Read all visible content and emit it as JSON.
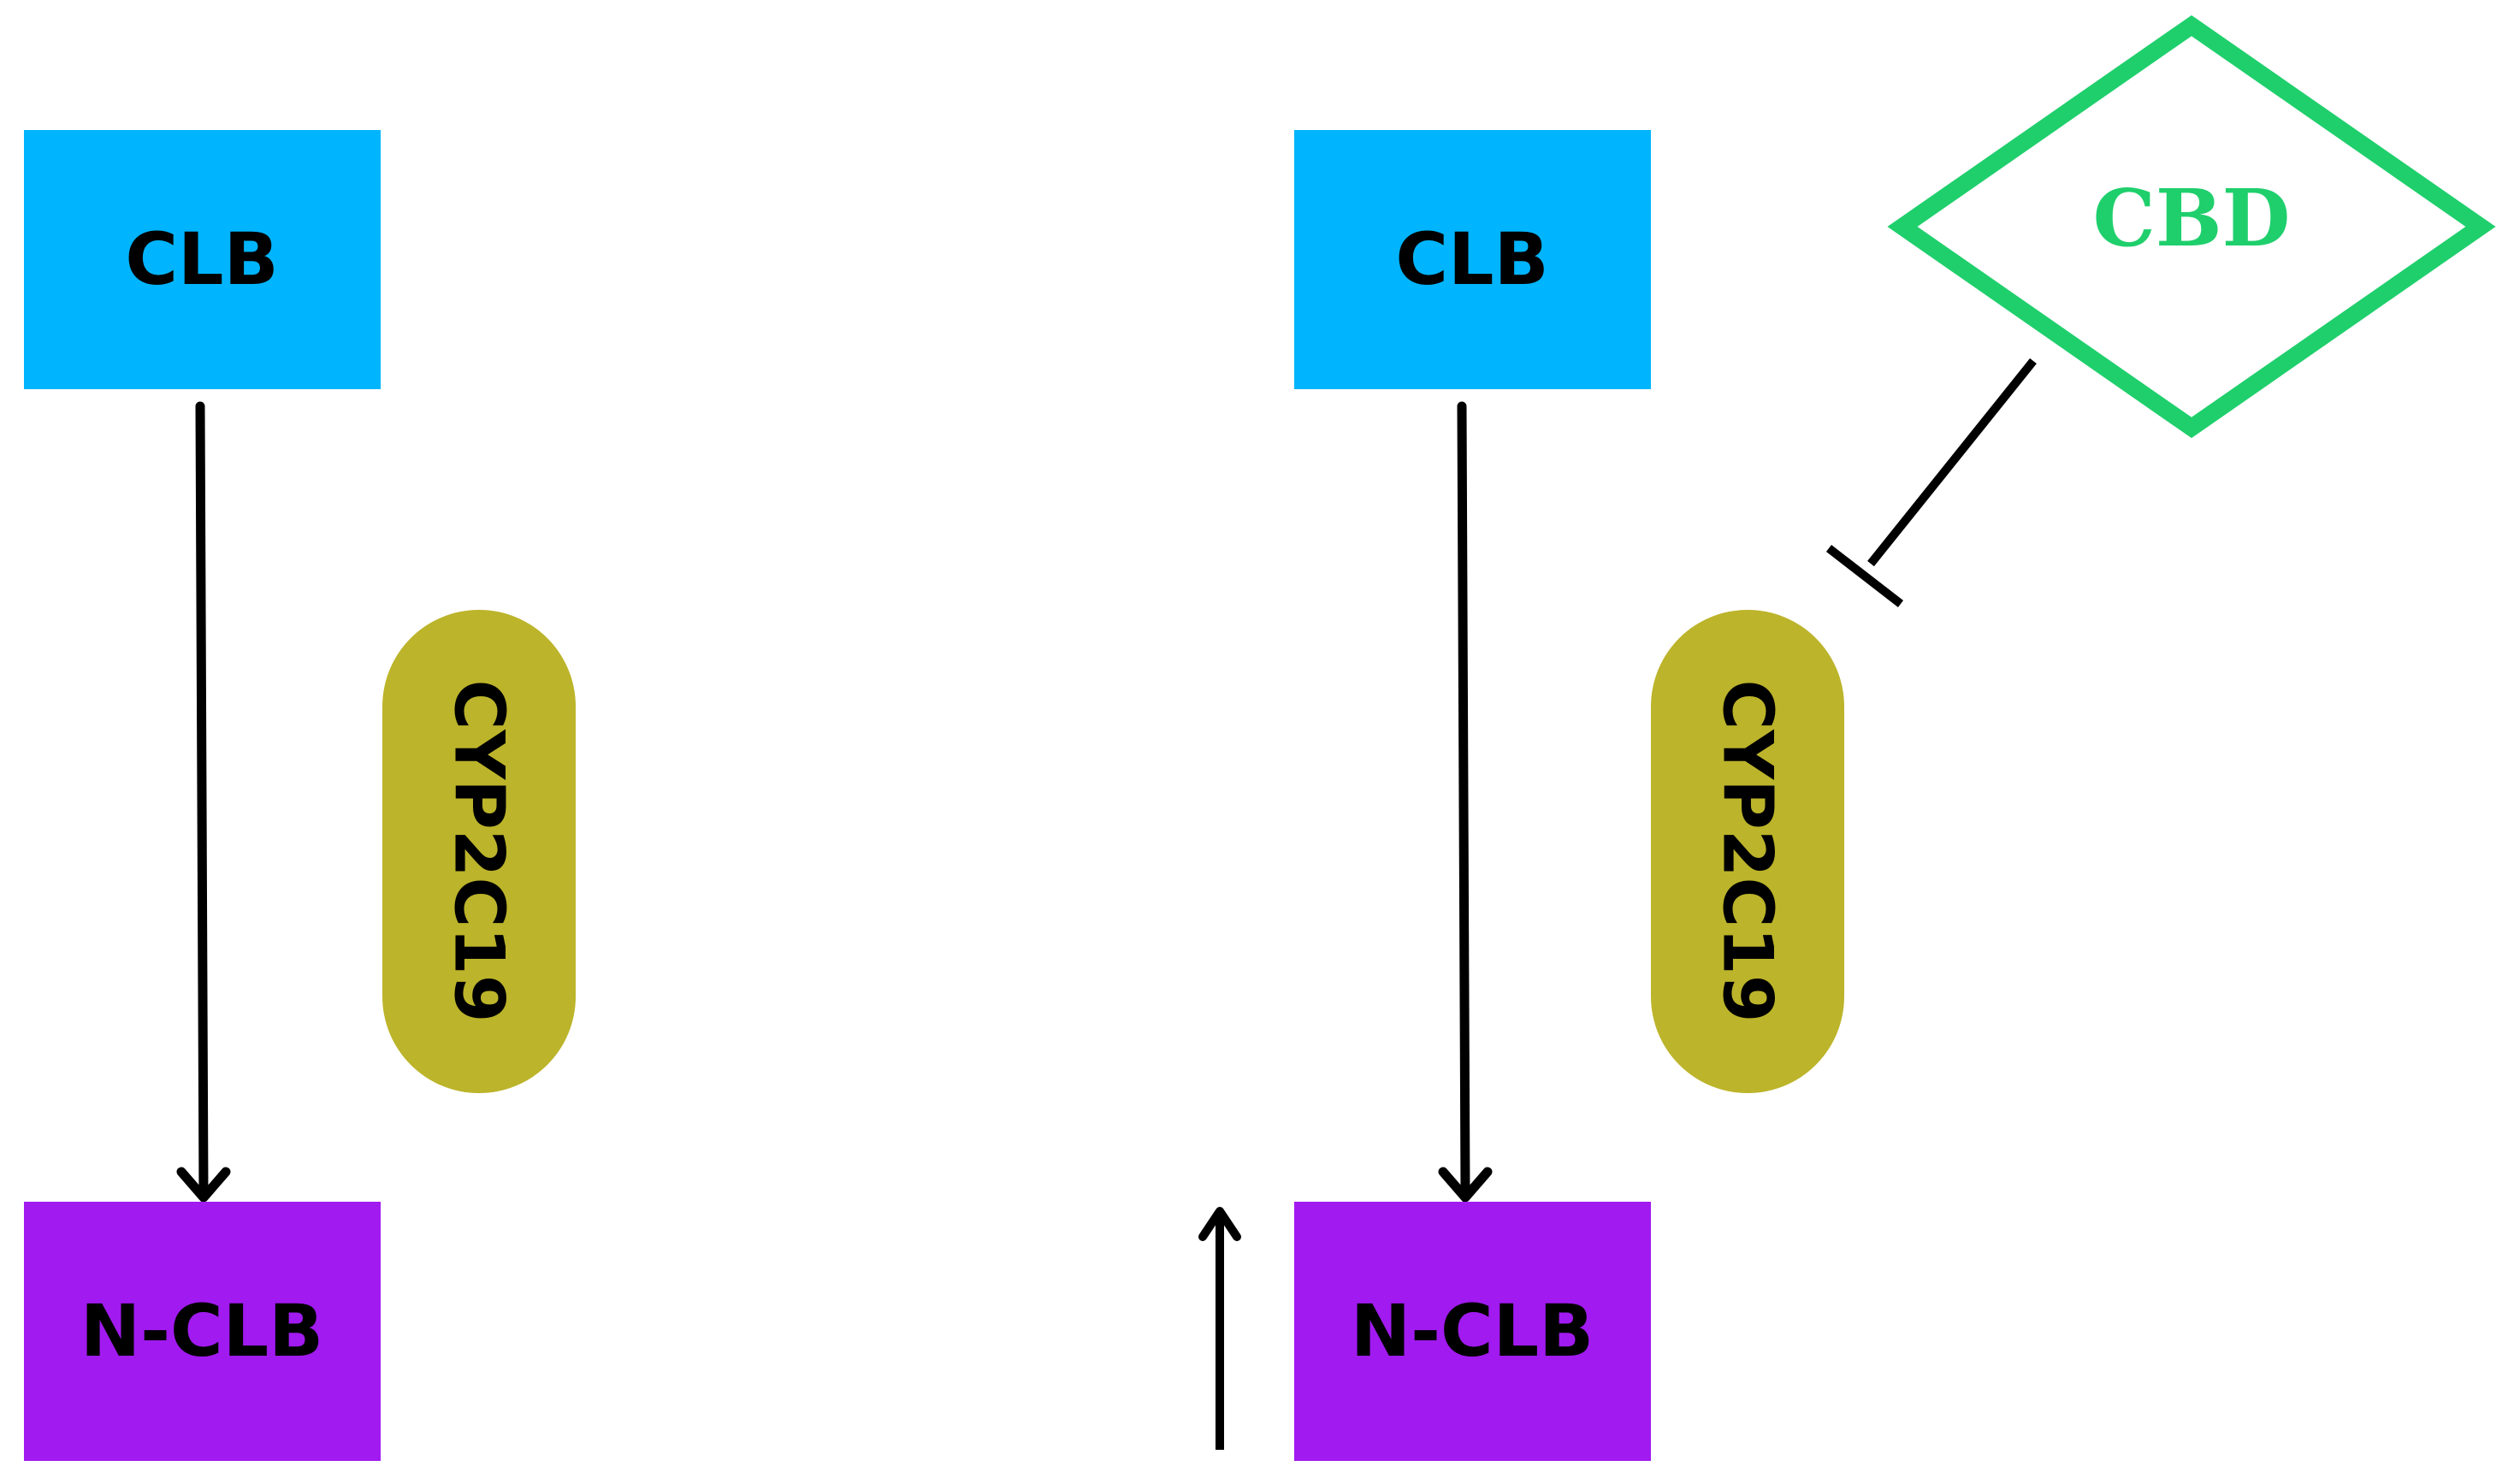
{
  "colors": {
    "substrate": "#00B5FE",
    "metabolite": "#A11AF0",
    "enzyme": "#BCB42A",
    "inhibitor": "#1FCF6C",
    "stroke": "#000000"
  },
  "panels": [
    {
      "substrate": "CLB",
      "metabolite": "N-CLB",
      "enzyme": "CYP2C19"
    },
    {
      "substrate": "CLB",
      "metabolite": "N-CLB",
      "enzyme": "CYP2C19",
      "inhibitor": "CBD"
    }
  ]
}
